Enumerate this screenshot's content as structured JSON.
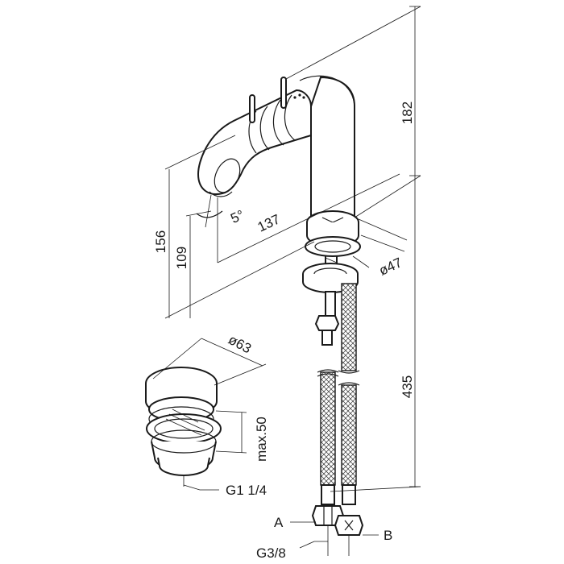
{
  "dimensions": {
    "height_total": "182",
    "height_156": "156",
    "height_109": "109",
    "reach": "137",
    "angle": "5°",
    "base_diameter": "ø47",
    "hose_length": "435",
    "waste_diameter": "ø63",
    "waste_height": "max.50"
  },
  "labels": {
    "waste_thread": "G1 1/4",
    "connection_a": "A",
    "connection_b": "B",
    "hose_thread": "G3/8"
  }
}
